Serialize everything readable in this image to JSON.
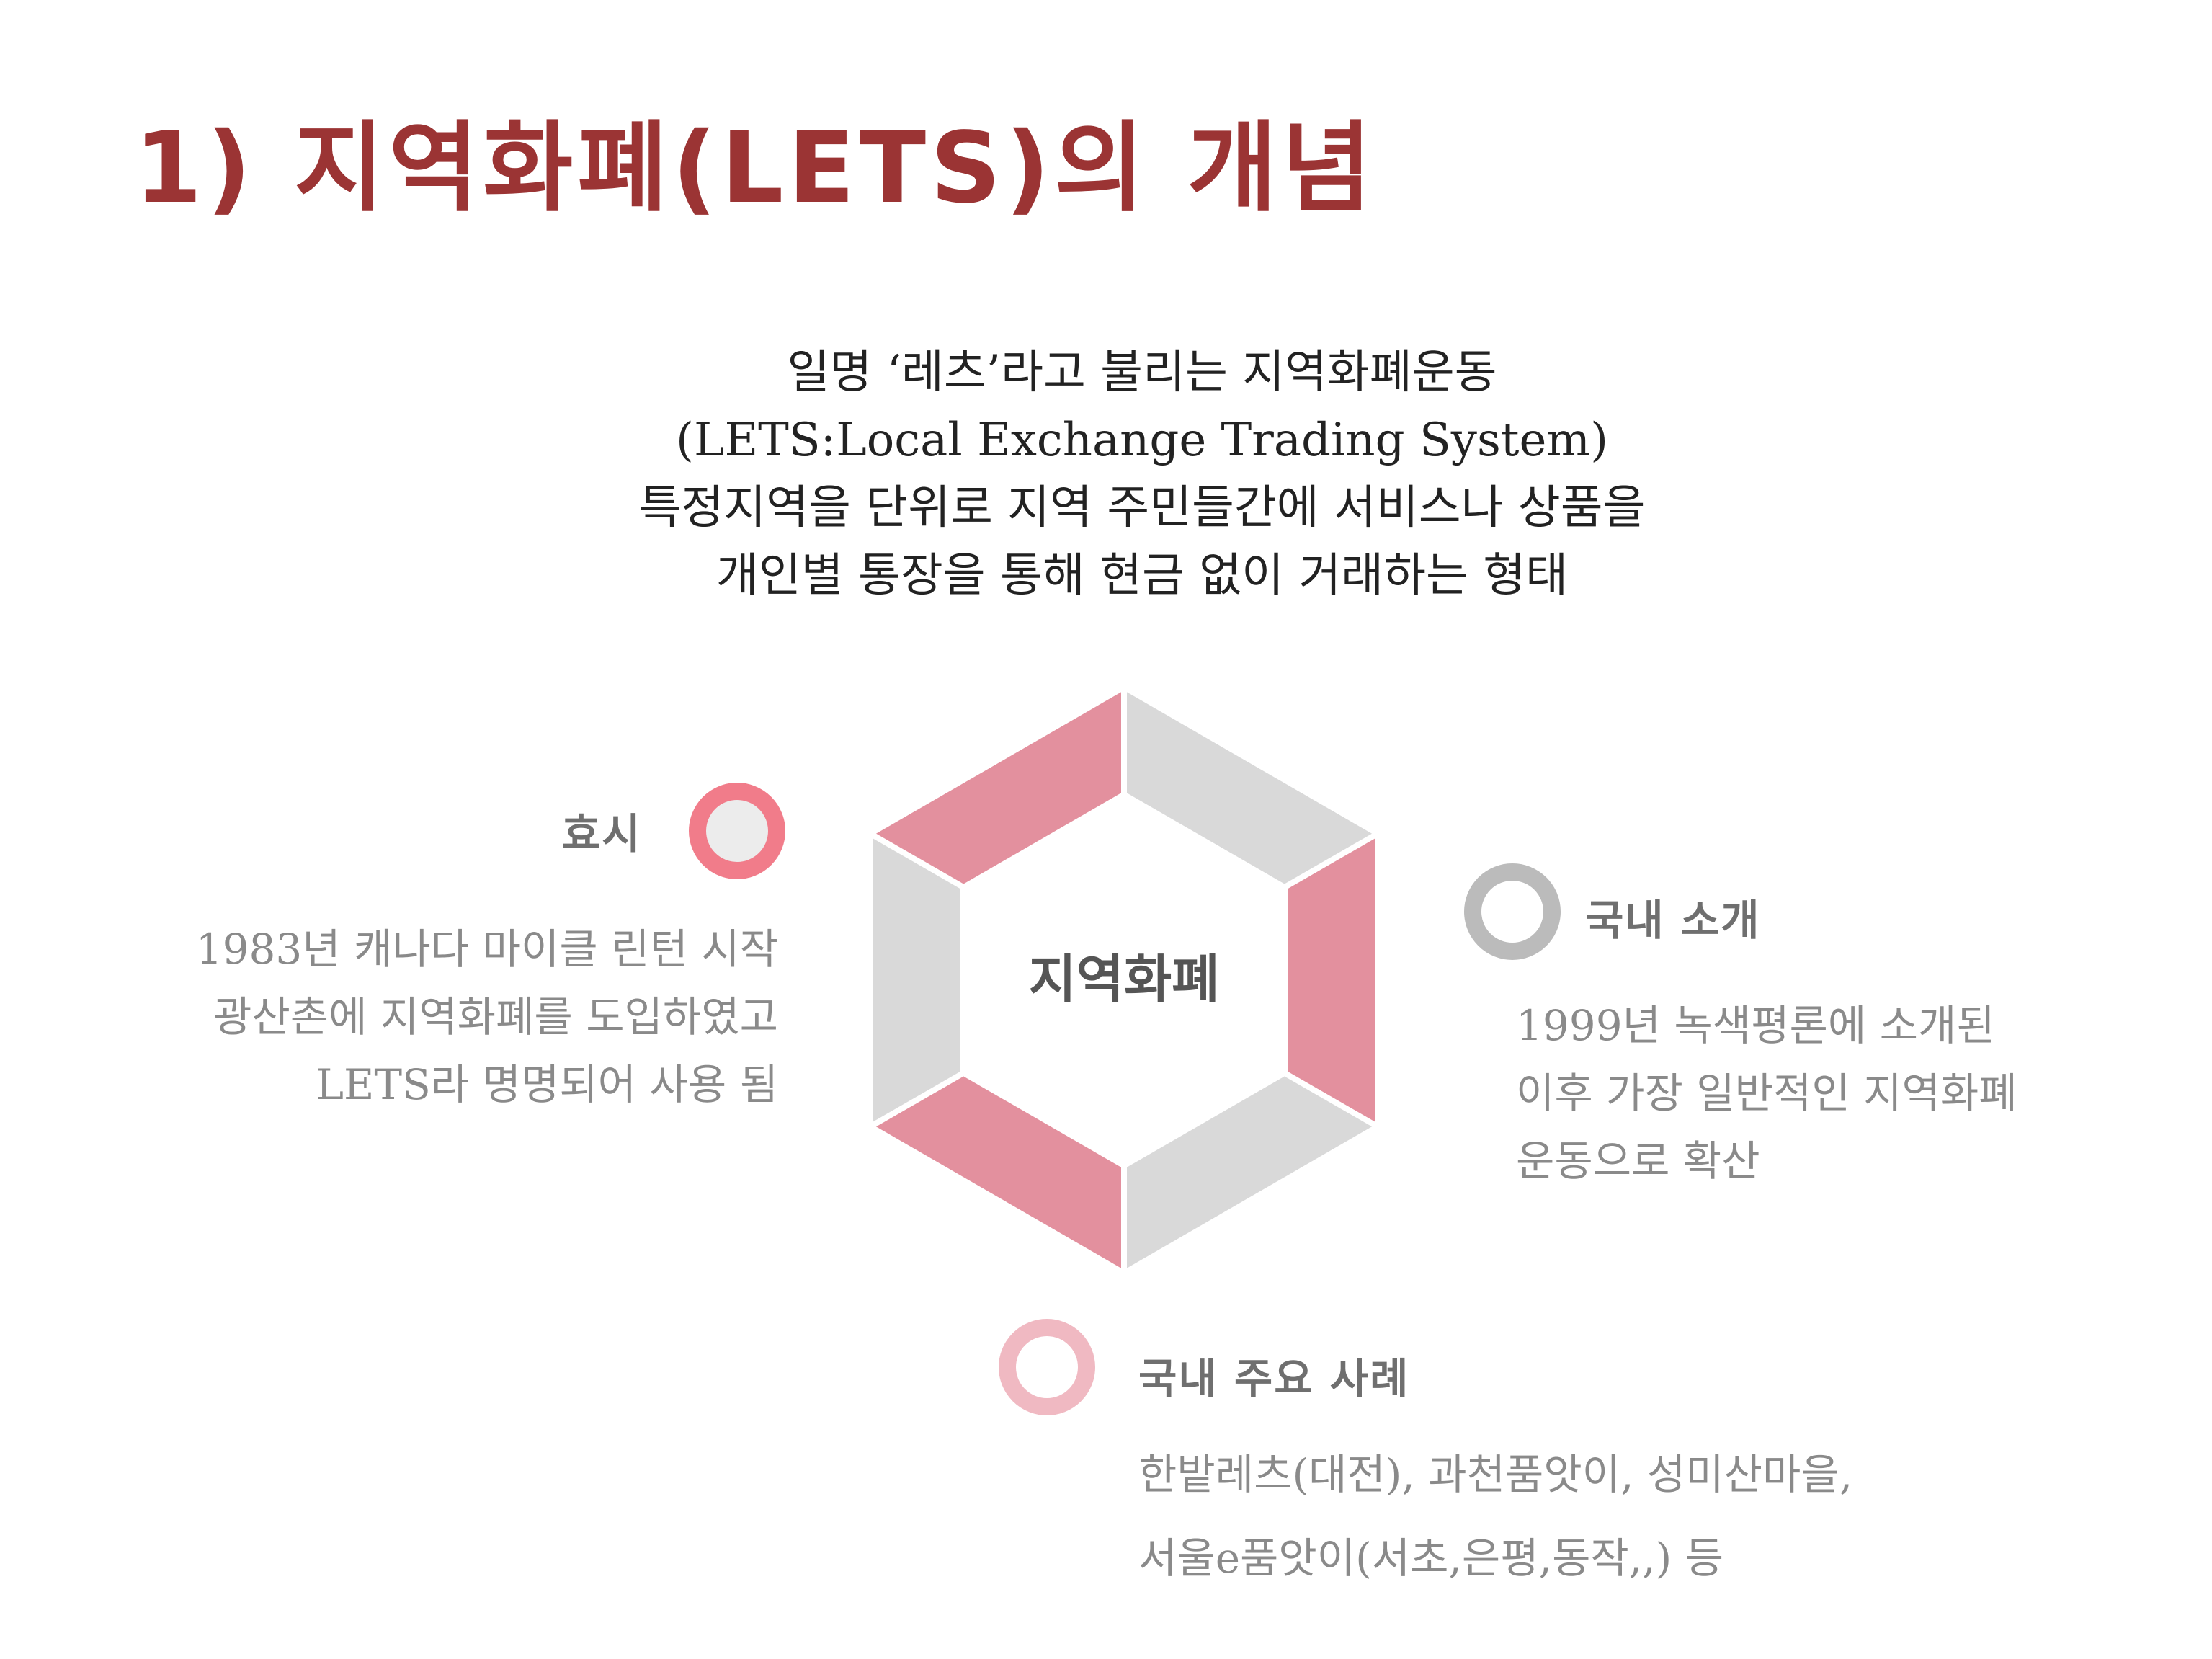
{
  "title": "1) 지역화폐(LETS)의 개념",
  "intro": {
    "line1": "일명 ‘레츠’라고 불리는 지역화폐운동",
    "line2": "(LETS:Local Exchange Trading System)",
    "line3": "특정지역을 단위로 지역 주민들간에 서비스나 상품을",
    "line4": "개인별 통장을 통해 현금 없이 거래하는 형태"
  },
  "diagram": {
    "center_label": "지역화폐",
    "colors": {
      "pink": "#e3909e",
      "gray": "#d9d9d9",
      "title_red": "#9b3434"
    },
    "origin": {
      "heading": "효시",
      "line1": "1983년 캐나다 마이클 린턴 시작",
      "line2": "광산촌에 지역화폐를 도입하였고",
      "line3": "LETS라 명명되어 사용 됨"
    },
    "domestic_intro": {
      "heading": "국내 소개",
      "line1": "1999년 녹색평론에 소개된",
      "line2": "이후 가장 일반적인 지역화폐",
      "line3": "운동으로 확산"
    },
    "domestic_cases": {
      "heading": "국내 주요 사례",
      "line1": "한밭레츠(대전), 과천품앗이, 성미산마을,",
      "line2": "서울e품앗이(서초,은평,동작,,) 등"
    }
  }
}
